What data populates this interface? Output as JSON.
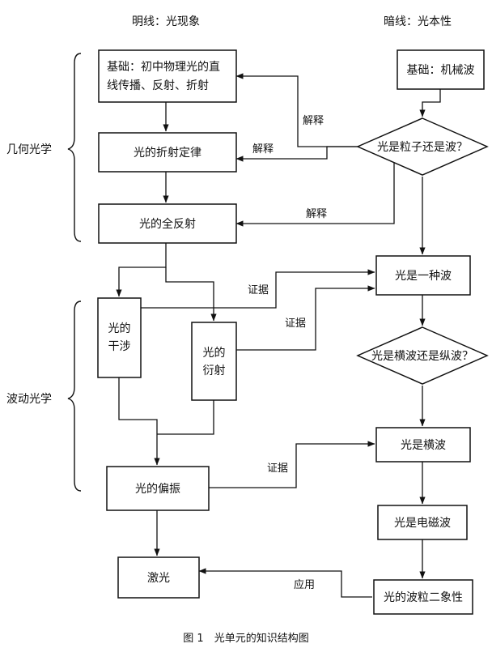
{
  "headers": {
    "left": "明线：光现象",
    "right": "暗线：光本性"
  },
  "groups": {
    "geometric": "几何光学",
    "wave": "波动光学"
  },
  "nodes": {
    "basics_junior_l1": "基础：初中物理光的直",
    "basics_junior_l2": "线传播、反射、折射",
    "refraction_law": "光的折射定律",
    "total_reflection": "光的全反射",
    "interference_l1": "光的",
    "interference_l2": "干涉",
    "diffraction_l1": "光的",
    "diffraction_l2": "衍射",
    "polarization": "光的偏振",
    "laser": "激光",
    "basics_mechanical_wave": "基础：机械波",
    "particle_or_wave": "光是粒子还是波？",
    "is_a_wave": "光是一种波",
    "transverse_or_longitudinal": "光是横波还是纵波？",
    "is_transverse": "光是横波",
    "is_em_wave": "光是电磁波",
    "wave_particle_duality": "光的波粒二象性"
  },
  "edge_labels": {
    "explain_1": "解释",
    "explain_2": "解释",
    "explain_3": "解释",
    "evidence_1": "证据",
    "evidence_2": "证据",
    "evidence_3": "证据",
    "application": "应用"
  },
  "caption": "图 1　光单元的知识结构图"
}
